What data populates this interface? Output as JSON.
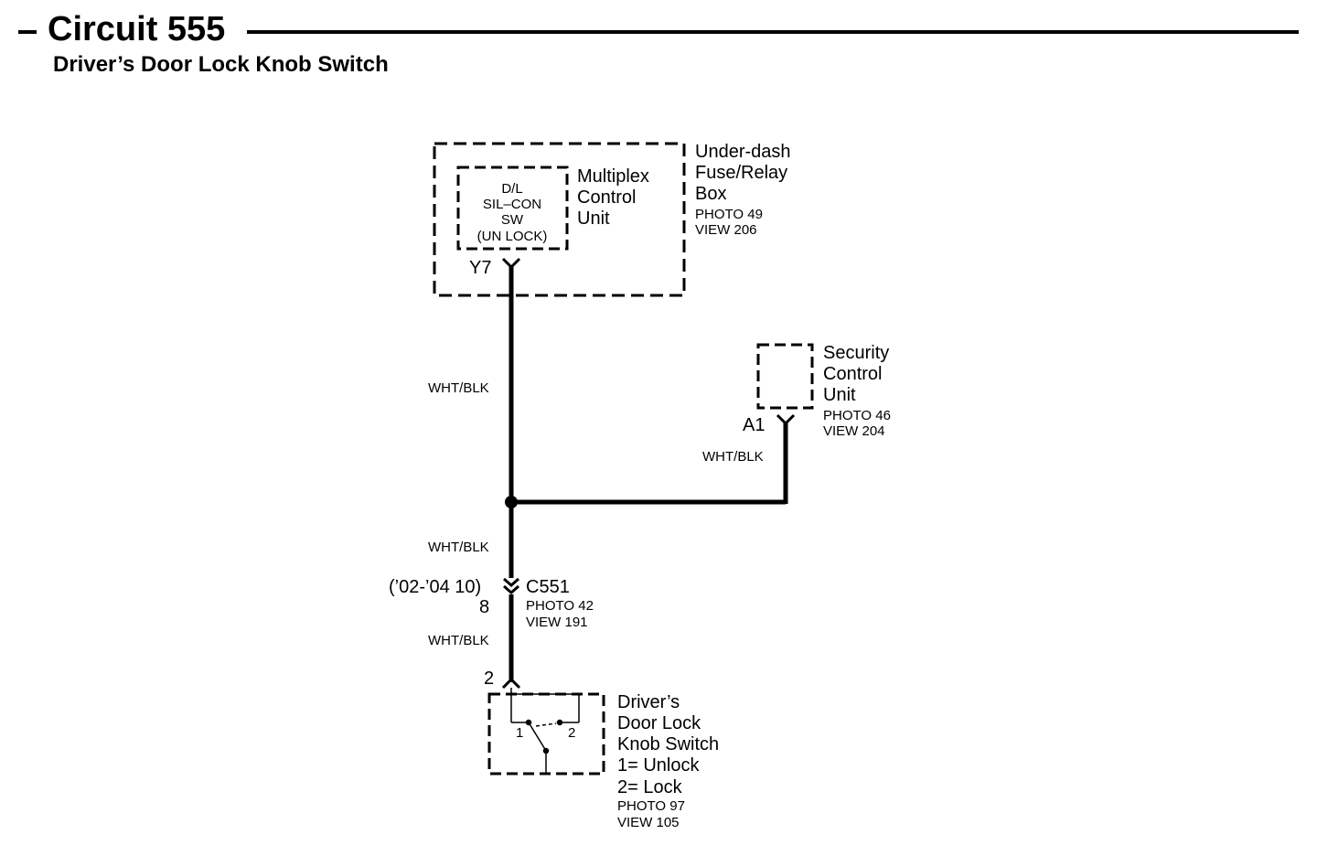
{
  "header": {
    "title": "Circuit 555",
    "subtitle": "Driver’s Door Lock Knob Switch"
  },
  "components": {
    "fuse_box": {
      "name_lines": [
        "Under-dash",
        "Fuse/Relay",
        "Box"
      ],
      "photo": "PHOTO 49",
      "view": "VIEW 206"
    },
    "multiplex_unit": {
      "name_lines": [
        "Multiplex",
        "Control",
        "Unit"
      ]
    },
    "dl_switch": {
      "lines": [
        "D/L",
        "SIL–CON",
        "SW",
        "(UN LOCK)"
      ]
    },
    "security_unit": {
      "name_lines": [
        "Security",
        "Control",
        "Unit"
      ],
      "photo": "PHOTO 46",
      "view": "VIEW 204"
    },
    "door_switch": {
      "name_lines": [
        "Driver’s",
        "Door Lock",
        "Knob Switch",
        "1= Unlock",
        "2= Lock"
      ],
      "photo": "PHOTO 97",
      "view": "VIEW 105",
      "contact_1": "1",
      "contact_2": "2"
    }
  },
  "pins": {
    "y7": "Y7",
    "a1": "A1",
    "switch_pin": "2",
    "c551_pin": "8"
  },
  "connector_c551": {
    "qualifier": "(’02-’04 10)",
    "name": "C551",
    "photo": "PHOTO 42",
    "view": "VIEW 191"
  },
  "wires": {
    "main_upper": "WHT/BLK",
    "security_branch": "WHT/BLK",
    "main_middle": "WHT/BLK",
    "main_lower": "WHT/BLK"
  }
}
